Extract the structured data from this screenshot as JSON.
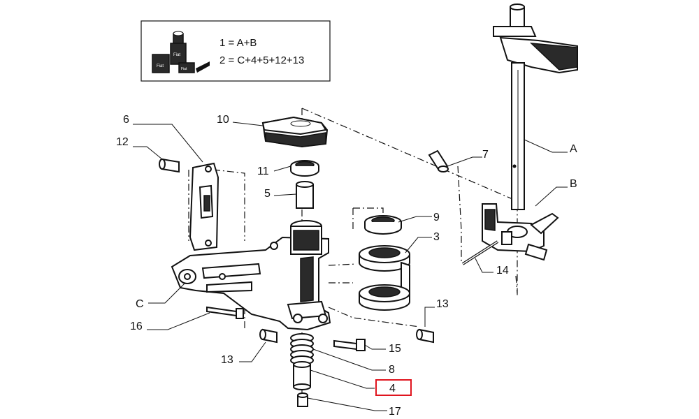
{
  "legend": {
    "line1": "1 = A+B",
    "line2": "2 = C+4+5+12+13",
    "pack_text": "Fiat"
  },
  "callouts": {
    "p1": "6",
    "p2": "12",
    "p3": "10",
    "p4": "11",
    "p5": "5",
    "p6": "9",
    "p7": "3",
    "p8": "7",
    "p9": "A",
    "p10": "B",
    "p11": "14",
    "p12": "C",
    "p13": "16",
    "p14": "13",
    "p15": "15",
    "p16": "13",
    "p17": "8",
    "p18": "4",
    "p19": "17"
  },
  "highlight": {
    "color": "#e0141e"
  }
}
